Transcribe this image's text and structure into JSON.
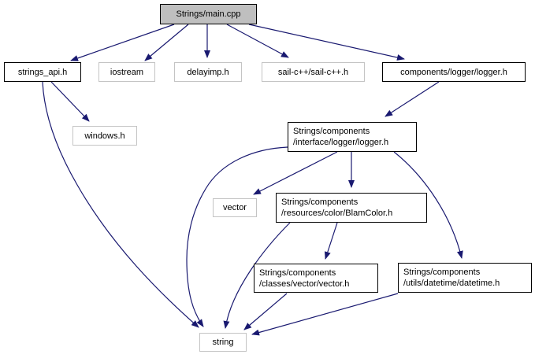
{
  "diagram": {
    "kind": "include-dependency-graph",
    "background_color": "#ffffff",
    "edge_color": "#191970",
    "current_node_fill": "#bfbfbf",
    "linked_node_border": "#000000",
    "external_node_border": "#c4c4c4",
    "nodes": [
      {
        "id": "main-cpp",
        "label": "Strings/main.cpp",
        "kind": "current"
      },
      {
        "id": "strings-api-h",
        "label": "strings_api.h",
        "kind": "linked"
      },
      {
        "id": "iostream",
        "label": "iostream",
        "kind": "external"
      },
      {
        "id": "delayimp-h",
        "label": "delayimp.h",
        "kind": "external"
      },
      {
        "id": "sail-cpp-h",
        "label": "sail-c++/sail-c++.h",
        "kind": "external"
      },
      {
        "id": "components-logger-h",
        "label": "components/logger/logger.h",
        "kind": "linked"
      },
      {
        "id": "windows-h",
        "label": "windows.h",
        "kind": "external"
      },
      {
        "id": "interface-logger-h",
        "label": "Strings/components\n/interface/logger/logger.h",
        "kind": "linked"
      },
      {
        "id": "vector",
        "label": "vector",
        "kind": "external"
      },
      {
        "id": "blamcolor-h",
        "label": "Strings/components\n/resources/color/BlamColor.h",
        "kind": "linked"
      },
      {
        "id": "classes-vector-h",
        "label": "Strings/components\n/classes/vector/vector.h",
        "kind": "linked"
      },
      {
        "id": "datetime-h",
        "label": "Strings/components\n/utils/datetime/datetime.h",
        "kind": "linked"
      },
      {
        "id": "string",
        "label": "string",
        "kind": "external"
      }
    ],
    "edges": [
      {
        "from": "Strings/main.cpp",
        "to": "strings_api.h"
      },
      {
        "from": "Strings/main.cpp",
        "to": "iostream"
      },
      {
        "from": "Strings/main.cpp",
        "to": "delayimp.h"
      },
      {
        "from": "Strings/main.cpp",
        "to": "sail-c++/sail-c++.h"
      },
      {
        "from": "Strings/main.cpp",
        "to": "components/logger/logger.h"
      },
      {
        "from": "strings_api.h",
        "to": "windows.h"
      },
      {
        "from": "strings_api.h",
        "to": "string"
      },
      {
        "from": "components/logger/logger.h",
        "to": "Strings/components/interface/logger/logger.h"
      },
      {
        "from": "Strings/components/interface/logger/logger.h",
        "to": "vector"
      },
      {
        "from": "Strings/components/interface/logger/logger.h",
        "to": "Strings/components/resources/color/BlamColor.h"
      },
      {
        "from": "Strings/components/interface/logger/logger.h",
        "to": "string"
      },
      {
        "from": "Strings/components/interface/logger/logger.h",
        "to": "Strings/components/utils/datetime/datetime.h"
      },
      {
        "from": "Strings/components/resources/color/BlamColor.h",
        "to": "Strings/components/classes/vector/vector.h"
      },
      {
        "from": "Strings/components/resources/color/BlamColor.h",
        "to": "string"
      },
      {
        "from": "Strings/components/classes/vector/vector.h",
        "to": "string"
      },
      {
        "from": "Strings/components/utils/datetime/datetime.h",
        "to": "string"
      }
    ]
  }
}
